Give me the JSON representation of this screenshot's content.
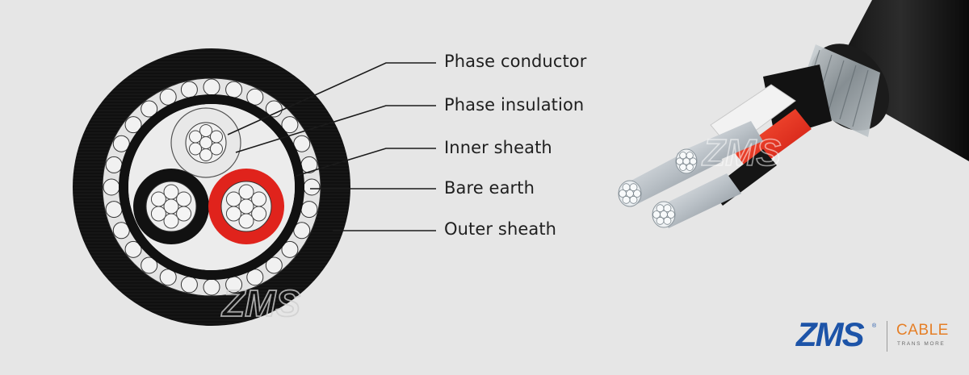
{
  "callouts": [
    {
      "label": "Phase conductor"
    },
    {
      "label": "Phase insulation"
    },
    {
      "label": "Inner sheath"
    },
    {
      "label": "Bare earth"
    },
    {
      "label": "Outer sheath"
    }
  ],
  "watermark": "ZMS",
  "brand": {
    "logo_text": "ZMS",
    "registered_mark": "®",
    "product_word": "CABLE",
    "tagline": "TRANS MORE",
    "colors": {
      "logo_blue": "#1d54a8",
      "cable_orange": "#e57f27"
    }
  },
  "colors": {
    "background": "#e6e6e6",
    "outer_sheath": "#0c0c0c",
    "red_insulation": "#e0231c",
    "black_insulation": "#101010",
    "conductor_fill": "#eeeeee"
  }
}
